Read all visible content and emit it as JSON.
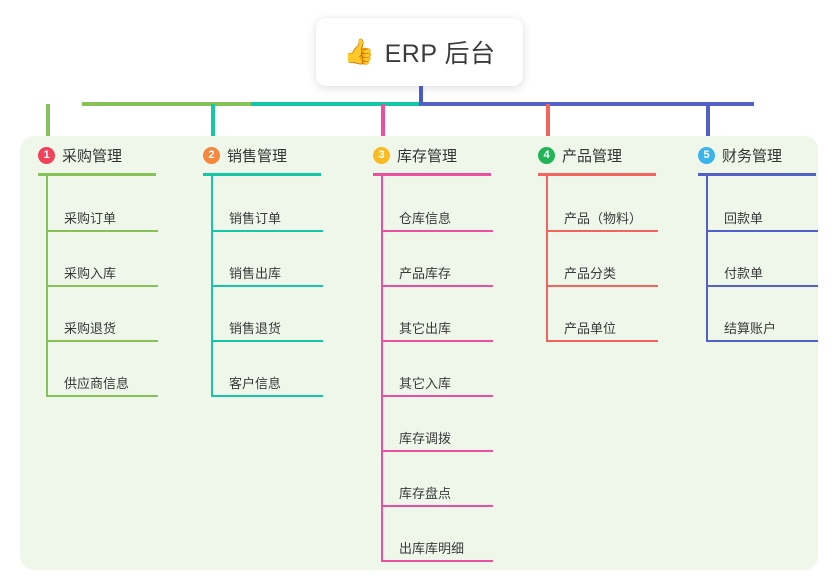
{
  "title": {
    "emoji": "👍",
    "emoji_name": "thumbs-up-icon",
    "text": "ERP 后台"
  },
  "theme": {
    "panel_bg": "#eff7ea",
    "card_bg": "#ffffff",
    "text": "#3a3a3a",
    "bus_green": "#86c257",
    "bus_teal": "#16c7a7",
    "bus_blue": "#5261c9"
  },
  "columns": [
    {
      "number": "1",
      "title": "采购管理",
      "badge_color": "#f0425a",
      "line_color": "#86c257",
      "drop_color": "#86c257",
      "items": [
        {
          "label": "采购订单"
        },
        {
          "label": "采购入库"
        },
        {
          "label": "采购退货"
        },
        {
          "label": "供应商信息"
        }
      ]
    },
    {
      "number": "2",
      "title": "销售管理",
      "badge_color": "#f5883c",
      "line_color": "#16c7a7",
      "drop_color": "#16c7a7",
      "items": [
        {
          "label": "销售订单"
        },
        {
          "label": "销售出库"
        },
        {
          "label": "销售退货"
        },
        {
          "label": "客户信息"
        }
      ]
    },
    {
      "number": "3",
      "title": "库存管理",
      "badge_color": "#f8bc22",
      "line_color": "#ea4fa0",
      "drop_color": "#ea4fa0",
      "items": [
        {
          "label": "仓库信息"
        },
        {
          "label": "产品库存"
        },
        {
          "label": "其它出库"
        },
        {
          "label": "其它入库"
        },
        {
          "label": "库存调拨"
        },
        {
          "label": "库存盘点"
        },
        {
          "label": "出库库明细"
        }
      ]
    },
    {
      "number": "4",
      "title": "产品管理",
      "badge_color": "#22b558",
      "line_color": "#f4645d",
      "drop_color": "#f4645d",
      "items": [
        {
          "label": "产品（物料）"
        },
        {
          "label": "产品分类"
        },
        {
          "label": "产品单位"
        }
      ]
    },
    {
      "number": "5",
      "title": "财务管理",
      "badge_color": "#3bb3ec",
      "line_color": "#5261c9",
      "drop_color": "#5261c9",
      "items": [
        {
          "label": "回款单"
        },
        {
          "label": "付款单"
        },
        {
          "label": "结算账户"
        }
      ]
    }
  ]
}
